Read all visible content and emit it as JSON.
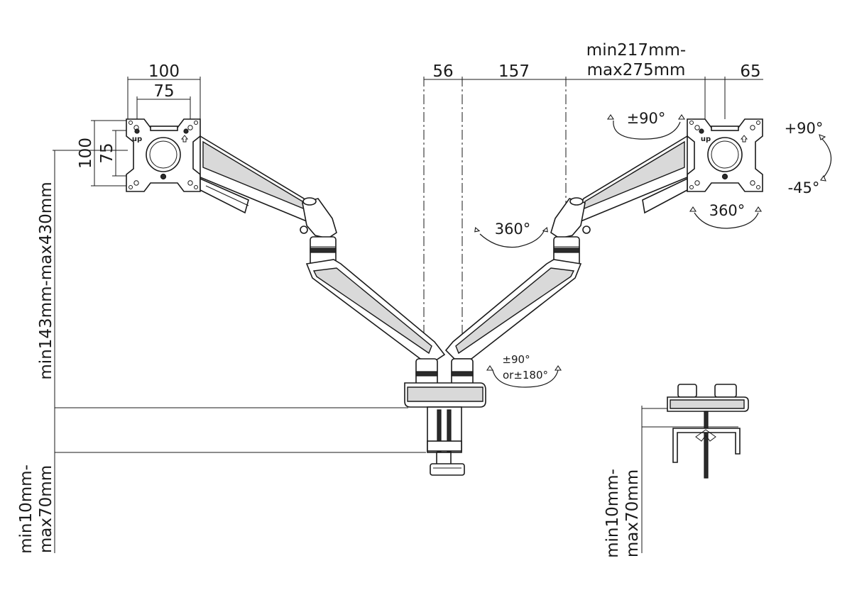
{
  "vesa_left": {
    "width_outer": "100",
    "width_inner": "75",
    "height_outer": "100",
    "height_inner": "75",
    "up_label": "up"
  },
  "vesa_right": {
    "up_label": "up"
  },
  "top_dims": {
    "d56": "56",
    "d157": "157",
    "reach_line1": "min217mm-",
    "reach_line2": "max275mm",
    "d65": "65"
  },
  "height_range": "min143mm-max430mm",
  "clamp_left": {
    "line1": "min10mm-",
    "line2": "max70mm"
  },
  "clamp_right": {
    "line1": "min10mm-",
    "line2": "max70mm"
  },
  "rotations": {
    "arm_swivel": "360°",
    "head_tilt_top": "±90°",
    "head_rotate": "360°",
    "tilt_up": "+90°",
    "tilt_down": "-45°",
    "base_line1": "±90°",
    "base_line2": "or±180°"
  }
}
